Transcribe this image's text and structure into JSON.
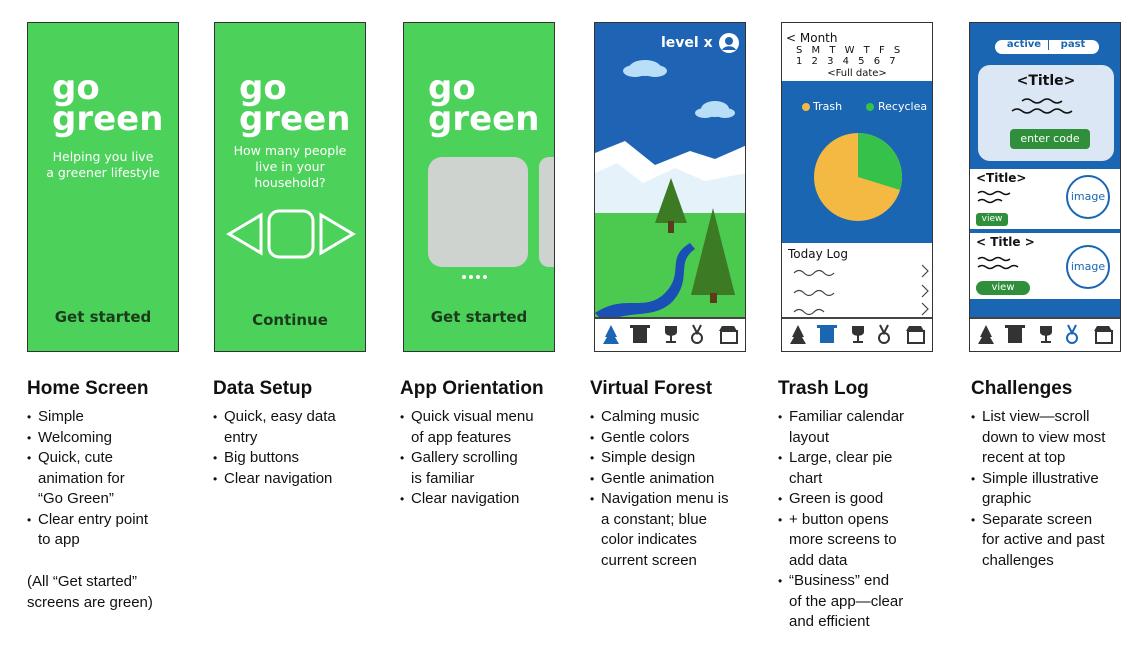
{
  "screens": [
    {
      "logo": "go\ngreen",
      "tagline": "Helping you live\na greener lifestyle",
      "cta": "Get started",
      "title": "Home Screen",
      "bullets": [
        "Simple",
        "Welcoming",
        "Quick, cute\nanimation for\n“Go Green”",
        "Clear entry point\nto app"
      ],
      "note": "(All “Get started”\nscreens are green)"
    },
    {
      "logo": "go\ngreen",
      "question": "How many people\nlive in your\nhousehold?",
      "cta": "Continue",
      "title": "Data Setup",
      "bullets": [
        "Quick, easy data\nentry",
        "Big buttons",
        "Clear navigation"
      ]
    },
    {
      "logo": "go\ngreen",
      "cta": "Get started",
      "title": "App Orientation",
      "bullets": [
        "Quick visual menu\nof app features",
        "Gallery scrolling\nis familiar",
        "Clear navigation"
      ]
    },
    {
      "level": "level x",
      "title": "Virtual Forest",
      "bullets": [
        "Calming music",
        "Gentle colors",
        "Simple design",
        "Gentle animation",
        "Navigation menu is\na constant; blue\ncolor indicates\ncurrent screen"
      ]
    },
    {
      "month": "< Month",
      "weekdays": "S M T W T F S",
      "dates": "1 2 3 4 5 6 7",
      "full_date": "<Full date>",
      "legend_trash": "Trash",
      "legend_recycle": "Recyclea",
      "log_title": "Today Log",
      "title": "Trash Log",
      "bullets": [
        "Familiar calendar\nlayout",
        "Large, clear pie\nchart",
        "Green is good",
        "+ button opens\nmore screens to\nadd data",
        "“Business” end\nof the app—clear\nand efficient"
      ]
    },
    {
      "tab_active": "active",
      "tab_past": "past",
      "card_title": "<Title>",
      "enter_code": "enter code",
      "item_title1": "<Title>",
      "item_title2": "< Title >",
      "view_label": "view",
      "image_label": "image",
      "title": "Challenges",
      "bullets": [
        "List view—scroll\ndown to view most\nrecent at top",
        "Simple illustrative\ngraphic",
        "Separate screen\nfor active and past\nchallenges"
      ]
    }
  ],
  "colors": {
    "green": "#4cd25a",
    "blue": "#1a66b3",
    "sky": "#1e63b4",
    "pie_yellow": "#f4b943",
    "pie_green": "#36c24a"
  }
}
